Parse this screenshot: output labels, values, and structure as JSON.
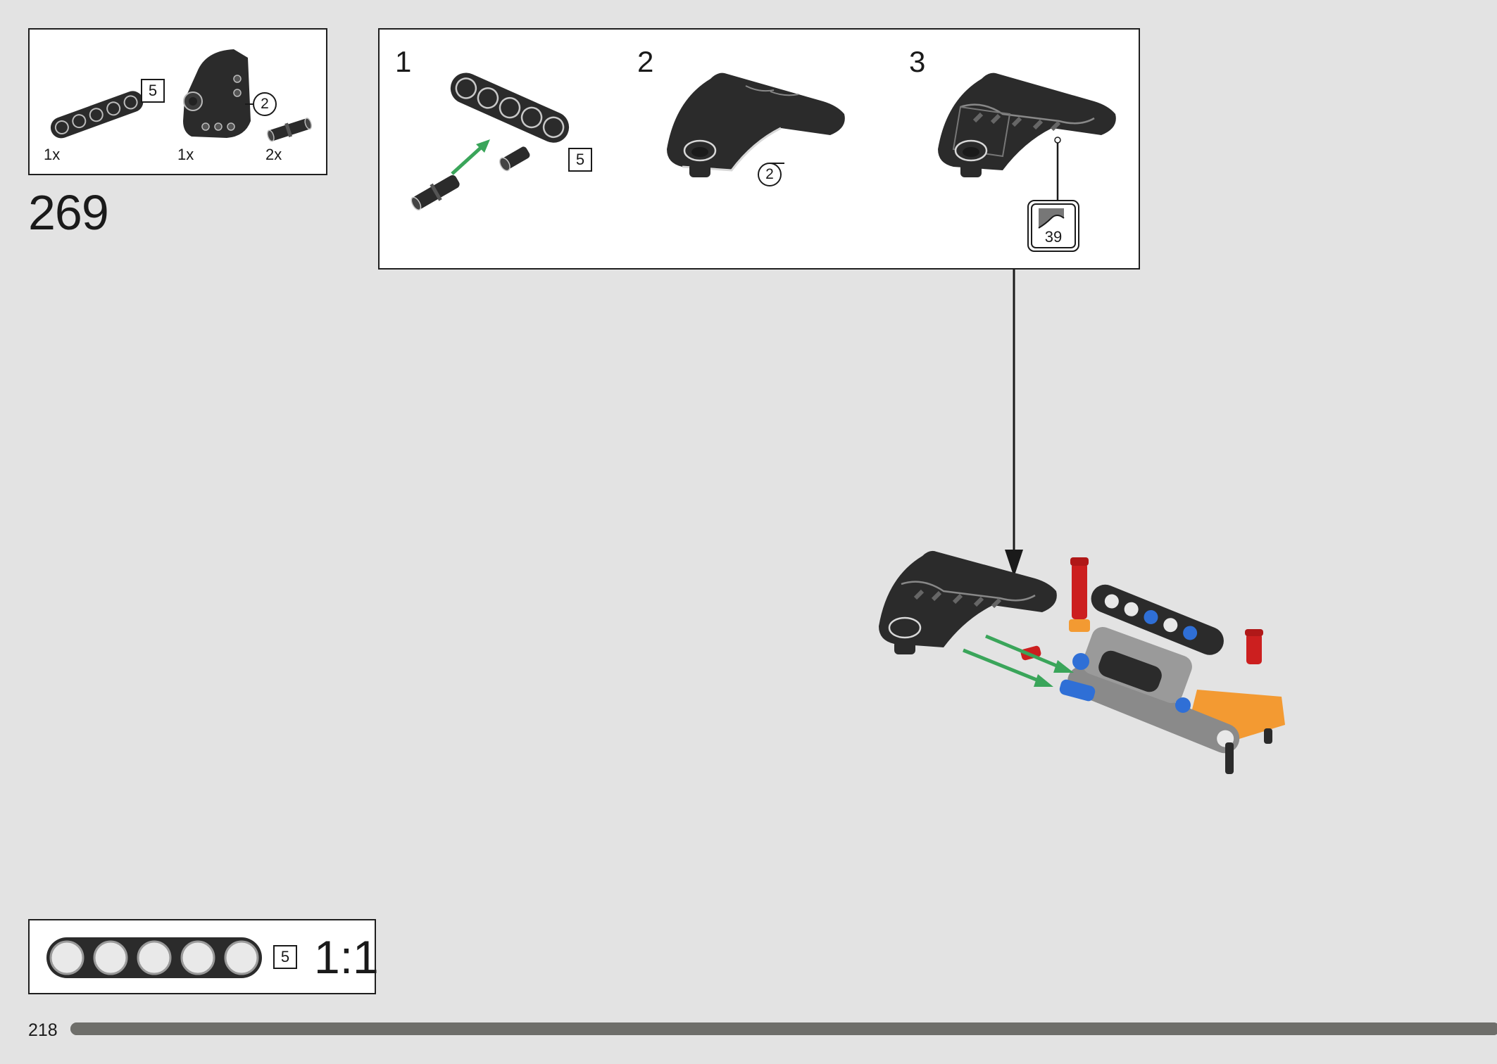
{
  "step": {
    "number": "269"
  },
  "parts_list": {
    "items": [
      {
        "name": "technic-beam-5",
        "qty": "1x",
        "badge": "5"
      },
      {
        "name": "panel-piece",
        "qty": "1x",
        "badge": "2"
      },
      {
        "name": "pin",
        "qty": "2x"
      }
    ]
  },
  "sub_steps": [
    {
      "number": "1",
      "badge": "5"
    },
    {
      "number": "2",
      "badge": "2"
    },
    {
      "number": "3",
      "sticker": "39"
    }
  ],
  "scale_reference": {
    "badge": "5",
    "label": "1:1"
  },
  "footer": {
    "page_number": "218",
    "progress": 1.0
  },
  "colors": {
    "background": "#e3e3e3",
    "part_dark": "#2b2b2b",
    "arrow_green": "#3aa55a",
    "pin_red": "#cc1f1f",
    "pin_blue": "#2f6fd6",
    "frame_orange": "#f39a32",
    "frame_gray": "#8a8a8a",
    "progress_bar": "#6e6e6a"
  }
}
